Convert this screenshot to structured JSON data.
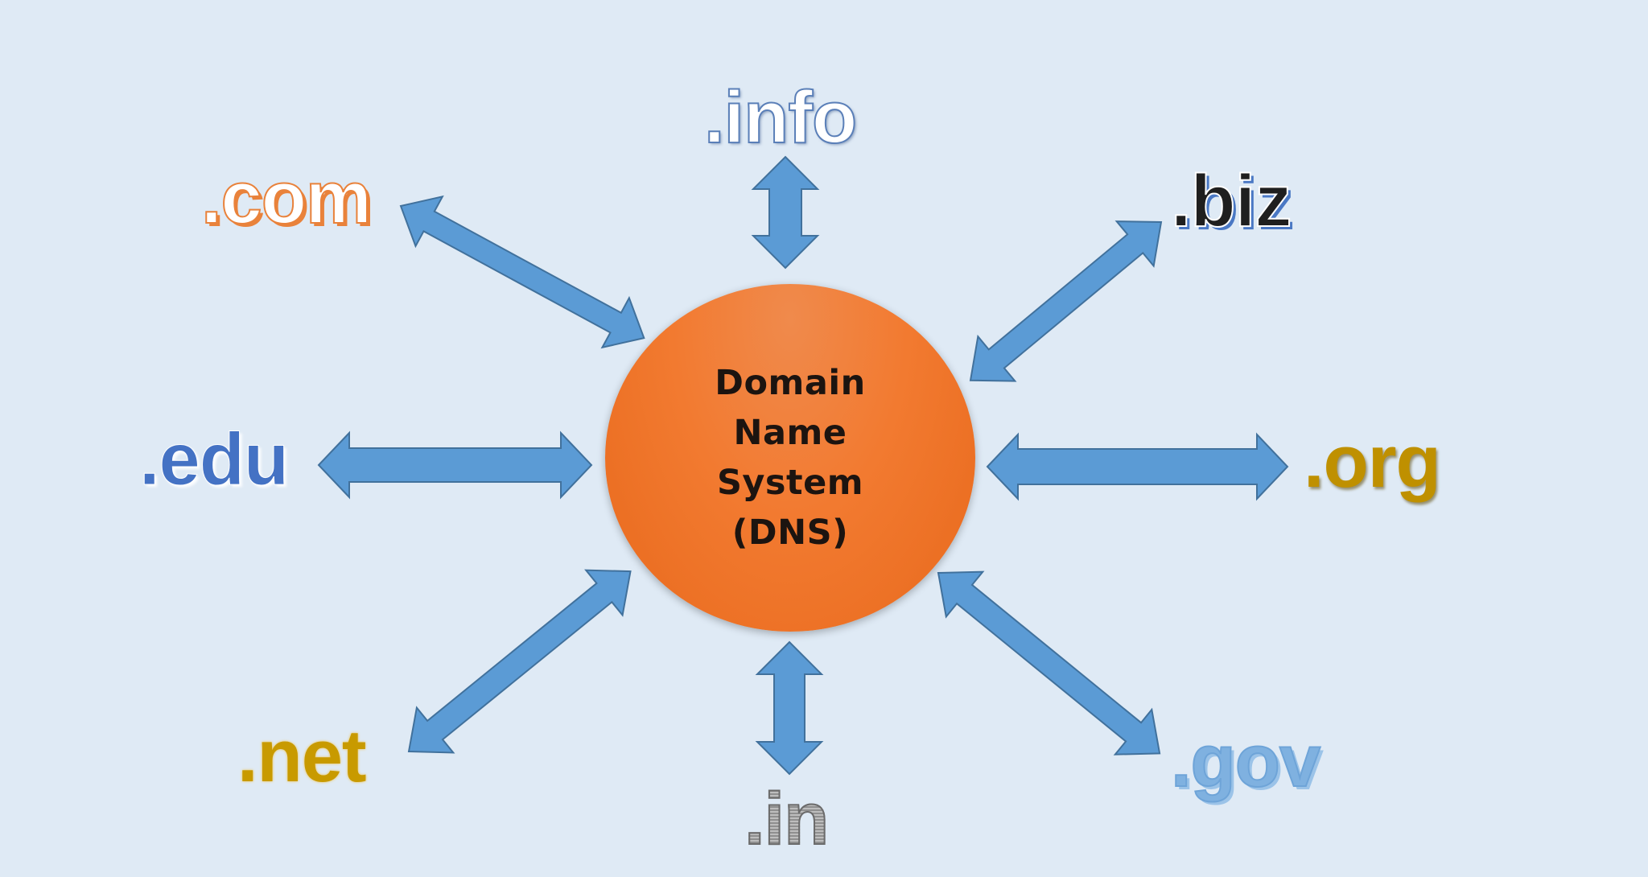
{
  "diagram": {
    "title": "Domain Name System (DNS)",
    "background_color": "#dfeaf5",
    "hub": {
      "lines": [
        "Domain",
        "Name",
        "System",
        "(DNS)"
      ],
      "fill_color": "#f27a30",
      "text_color": "#1c1410"
    },
    "arrow_style": {
      "type": "double-headed",
      "fill_color": "#5b9bd5",
      "stroke_color": "#41719c"
    },
    "tlds": [
      {
        "label": ".com",
        "position": "upper-left",
        "color": "#e9823b"
      },
      {
        "label": ".info",
        "position": "top",
        "color": "#ffffff"
      },
      {
        "label": ".biz",
        "position": "upper-right",
        "color": "#1f1f1f"
      },
      {
        "label": ".edu",
        "position": "left",
        "color": "#4472c4"
      },
      {
        "label": ".org",
        "position": "right",
        "color": "#bf9000"
      },
      {
        "label": ".net",
        "position": "lower-left",
        "color": "#c89a00"
      },
      {
        "label": ".in",
        "position": "bottom",
        "color": "#8f8f8f"
      },
      {
        "label": ".gov",
        "position": "lower-right",
        "color": "#7fb1e0"
      }
    ],
    "edges": [
      {
        "from": "hub",
        "to": ".com",
        "direction": "bidirectional"
      },
      {
        "from": "hub",
        "to": ".info",
        "direction": "bidirectional"
      },
      {
        "from": "hub",
        "to": ".biz",
        "direction": "bidirectional"
      },
      {
        "from": "hub",
        "to": ".edu",
        "direction": "bidirectional"
      },
      {
        "from": "hub",
        "to": ".org",
        "direction": "bidirectional"
      },
      {
        "from": "hub",
        "to": ".net",
        "direction": "bidirectional"
      },
      {
        "from": "hub",
        "to": ".in",
        "direction": "bidirectional"
      },
      {
        "from": "hub",
        "to": ".gov",
        "direction": "bidirectional"
      }
    ]
  }
}
